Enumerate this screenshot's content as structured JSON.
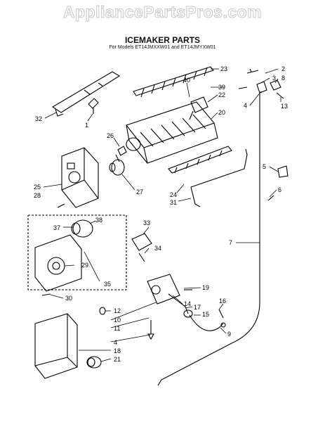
{
  "watermark": "AppliancePartsPros.com",
  "title": "ICEMAKER PARTS",
  "subtitle": "For Models ET14JMXXW01 and ET14JMYXW01",
  "callouts": [
    "23",
    "2",
    "3",
    "8",
    "40",
    "39",
    "22",
    "20",
    "13",
    "32",
    "1",
    "26",
    "4",
    "5",
    "25",
    "28",
    "27",
    "24",
    "31",
    "6",
    "33",
    "38",
    "37",
    "34",
    "29",
    "7",
    "35",
    "30",
    "19",
    "12",
    "10",
    "11",
    "14",
    "17",
    "16",
    "15",
    "9",
    "4",
    "18",
    "21"
  ]
}
